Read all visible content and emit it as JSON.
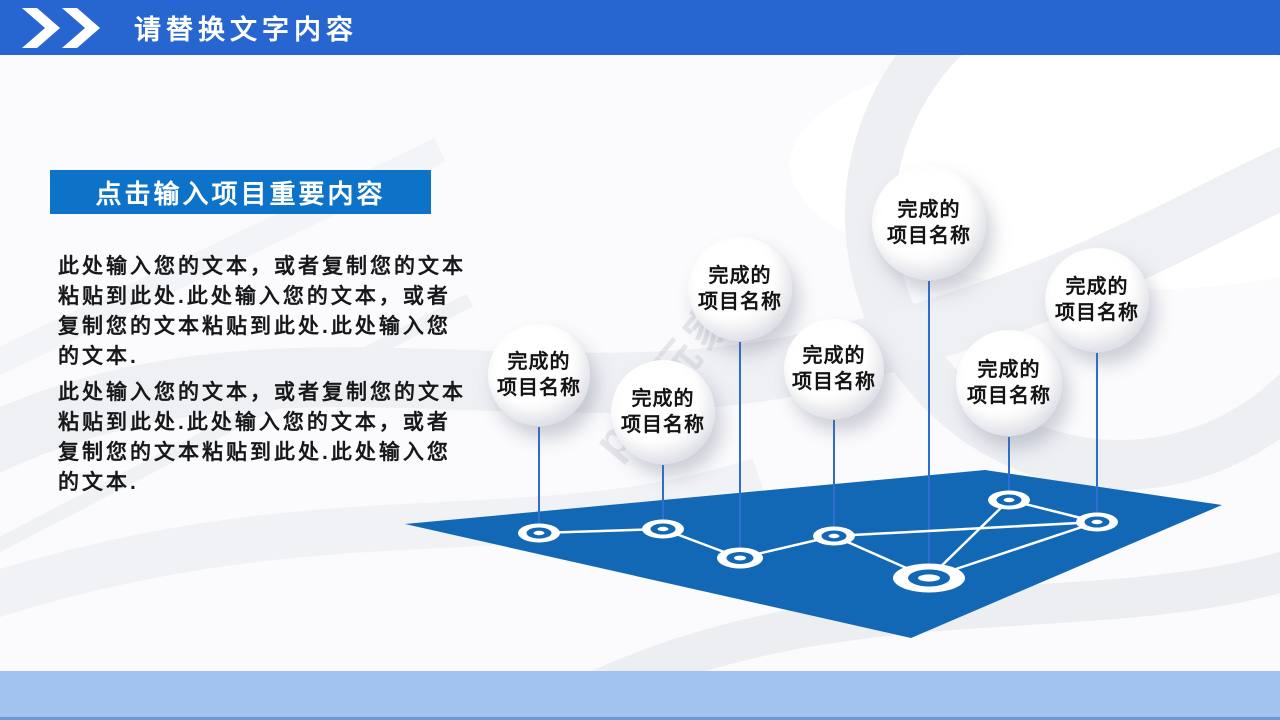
{
  "slide": {
    "header": {
      "title": "请替换文字内容",
      "icon": "double-chevron-right-icon"
    },
    "section": {
      "title": "点击输入项目重要内容",
      "paragraphs": [
        {
          "lines": [
            "此处输入您的文本，或者复制您的文本",
            "粘贴到此处.此处输入您的文本，或者",
            "复制您的文本粘贴到此处.此处输入您",
            "的文本."
          ]
        },
        {
          "lines": [
            "此处输入您的文本，或者复制您的文本",
            "粘贴到此处.此处输入您的文本，或者",
            "复制您的文本粘贴到此处.此处输入您",
            "的文本."
          ]
        }
      ]
    },
    "diagram": {
      "bubbles": [
        {
          "line1": "完成的",
          "line2": "项目名称"
        },
        {
          "line1": "完成的",
          "line2": "项目名称"
        },
        {
          "line1": "完成的",
          "line2": "项目名称"
        },
        {
          "line1": "完成的",
          "line2": "项目名称"
        },
        {
          "line1": "完成的",
          "line2": "项目名称"
        },
        {
          "line1": "完成的",
          "line2": "项目名称"
        },
        {
          "line1": "完成的",
          "line2": "项目名称"
        }
      ]
    },
    "watermark": "ppt玩家园",
    "colors": {
      "header_blue": "#2766d1",
      "title_box_blue": "#0d73c8",
      "platform_blue": "#1268b4",
      "stem_blue": "#2e6ecf",
      "footer_light_blue": "#a1c3ee",
      "footer_edge_blue": "#6d99d9",
      "text_black": "#17181a"
    }
  }
}
